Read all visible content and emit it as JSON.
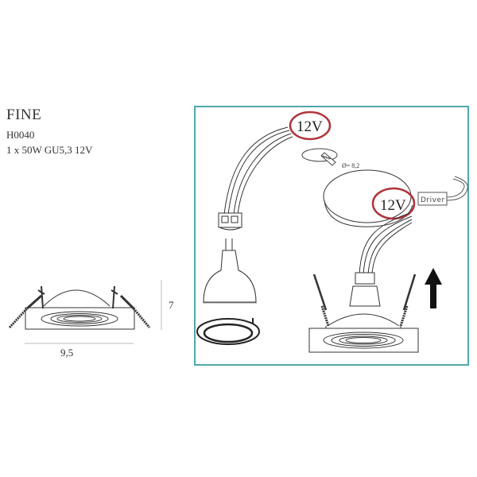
{
  "product": {
    "name": "FINE",
    "code": "H0040",
    "spec": "1 x 50W GU5,3 12V"
  },
  "dimensions": {
    "width_label": "9,5",
    "height_label": "7"
  },
  "installation_diagram": {
    "voltage_callout_1": "12V",
    "voltage_callout_2": "12V",
    "hole_diameter_label": "Ø= 8,2",
    "driver_label": "Driver",
    "frame_color": "#4fa7ae",
    "callout_color": "#b0333a",
    "arrow_direction": "up"
  }
}
